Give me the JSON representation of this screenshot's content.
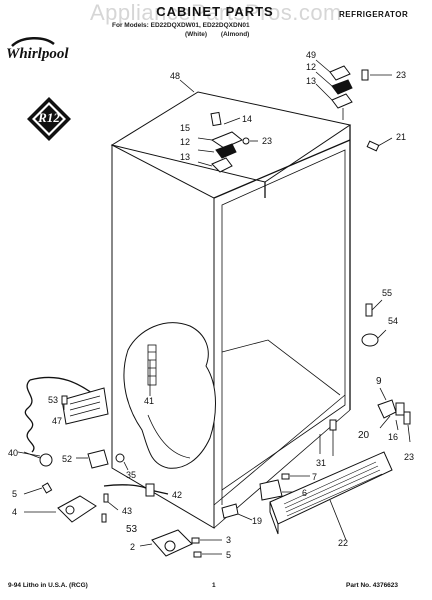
{
  "header": {
    "watermark": "AppliancePartsPros.com",
    "title": "CABINET PARTS",
    "category": "REFRIGERATOR",
    "models_line": "For Models: ED22DQXDW01, ED22DQXDN01",
    "variants_line": "(White) (Almond)",
    "brand": "Whirlpool",
    "r12_badge": "R12"
  },
  "footer": {
    "left": "9-94 Litho in U.S.A. (RCG)",
    "page_number": "1",
    "part_no": "Part No. 4376623"
  },
  "part_labels": [
    "48",
    "49",
    "12",
    "13",
    "23",
    "14",
    "15",
    "12",
    "23",
    "13",
    "21",
    "55",
    "54",
    "41",
    "9",
    "53",
    "47",
    "52",
    "20",
    "16",
    "40",
    "35",
    "31",
    "7",
    "6",
    "23",
    "5",
    "4",
    "42",
    "43",
    "53",
    "19",
    "22",
    "2",
    "3",
    "5"
  ]
}
